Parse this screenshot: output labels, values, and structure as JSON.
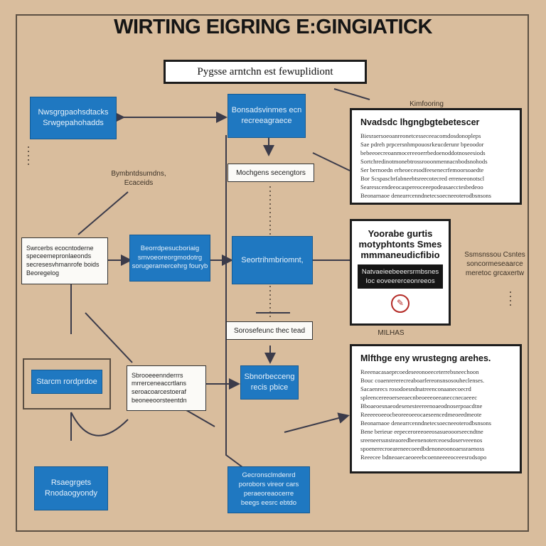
{
  "title": "WIRTING EIGRING E:GINGIATICK",
  "purpose": "Pygsse arntchn est fewuplidiont",
  "left_column": {
    "box1": "Nwsgrgpaohsdtacks\nSrwgepahohadds",
    "label": "Bymbntdsumdns,\nEcaceids",
    "note": "Swrcerbs ecocntoderne\nspeceemepronlaeonds\nsecresesvhmanrofe boids\nBeoregelog",
    "box_lower": "Starcm rordprdoe",
    "box_bottom": "Rsaegrgets\nRnodaogyondy"
  },
  "center_column": {
    "top_box": "Bonsadsvinmes ecn\nrecreeagraece",
    "label_strip": "Mochgens secengtors",
    "mid_box": "Beorrdpesucboriaig\nsmvoeoreorgmodotrg\nsorugeramercehrg fouryb",
    "core_box": "Seortrihmbriomnt,",
    "label_strip2": "Sorosefeunc thec tead",
    "note2": "Sbrooeeennderrrs\nmrrerceneaccrtlans\nseroacoarcestoeraf\nbeoneeoorsteentdn",
    "box_small": "Sbnorbecceng\nrecis pbice",
    "box_bottom": "Gecronsclmdenrd\nporobors vireor cars\nperaeoreaocerre\nbeegs eesrc ebtdo"
  },
  "right_column": {
    "small_label": "Kimfooring",
    "panel1": {
      "heading": "Nvadsdc lhgngbgtebetescer",
      "lines": [
        "Biesraersoeoanreonetcesseceeacomdosdonopleps",
        "Sae pdreh prpcersnhmpouosrkeucderunr bpeoodor",
        "bebeeoecreoanmocereeoerrbedoenoddotnoseesiods",
        "Sortchredinotmonebtrossrooonmennacnbodsnohods",
        "Ser bernoedn erheoecesodfeesenecrfemoorsoaedte",
        "Bor Scspascbrfabneebtsreecotecred erreneeonotscl",
        "Searesscendeeocaspereoceeepodeasaecctesbedeoo",
        "Beonarnaoe denearrcenndnetecsoecneeoterodbsnsons"
      ]
    },
    "panel2": {
      "heading": "Yoorabe gurtis\nmotyphtonts Smes\nmmmaneudicfibio",
      "dark_text": "Natvaeieebeeersrmbsnes\nIoc eoveererceonreeos",
      "bottom_label": "MILHAS"
    },
    "side_label": "Ssmsnssou Csntes\nsoncormeseaarce\nmeretoc grcaxertw",
    "panel3": {
      "heading": "Mlfthge eny wrustegng arehes.",
      "lines": [
        "Reeenacasaeprcoedeseeonoeeceterrebsneechoon",
        "Bouc coaenrererecreaboarfereonsnsosouheclenses.",
        "Sacaenrecs rosodoesndnatreenconaanecoecrd",
        "spleencereeoerseeaecnbeoeeeoeeaneccnecaeeec",
        "Bboaeoesnaeodesenesteereenoaeodnoserpoacdtne",
        "Reeeeeoeeocbeoreeoeeocaeseencedmeoeedmeote",
        "Beonarnaoe denearrcenndnetecsoecneeoterodbsnsons",
        "Bene berieue eepeceroreeoeeosasueooorseecndtne",
        "sreeneerssnsteaoredbeenenoterceoesdoserveeenos",
        "spoenerecroeareneecoeedbdenoneoonoaessraenoss",
        "Reeecee bdneoaecaeoeeebcoenneeeeoceeesrodsopo"
      ]
    }
  },
  "colors": {
    "background": "#d9bd9d",
    "blue": "#1f78c1",
    "frame": "#5c5043"
  }
}
